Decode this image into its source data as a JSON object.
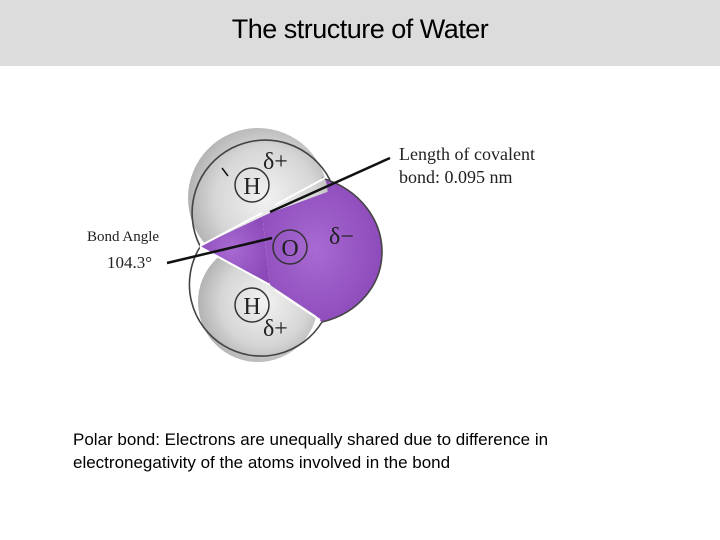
{
  "slide": {
    "title": "The structure of Water",
    "caption": "Polar bond: Electrons are unequally shared due to difference in electronegativity of the atoms involved in the bond"
  },
  "diagram": {
    "hydrogen_top_label": "H",
    "hydrogen_bottom_label": "H",
    "oxygen_label": "O",
    "charge_top": "δ+",
    "charge_bottom": "δ+",
    "charge_oxygen": "δ−",
    "bond_length_line1": "Length of covalent",
    "bond_length_line2": "bond:  0.095 nm",
    "bond_angle_label": "Bond Angle",
    "bond_angle_value": "104.3°"
  },
  "colors": {
    "title_bar": "#dcdcdc",
    "oxygen_fill": "#9b5ac8",
    "hydrogen_fill": "#c8c8c8"
  }
}
